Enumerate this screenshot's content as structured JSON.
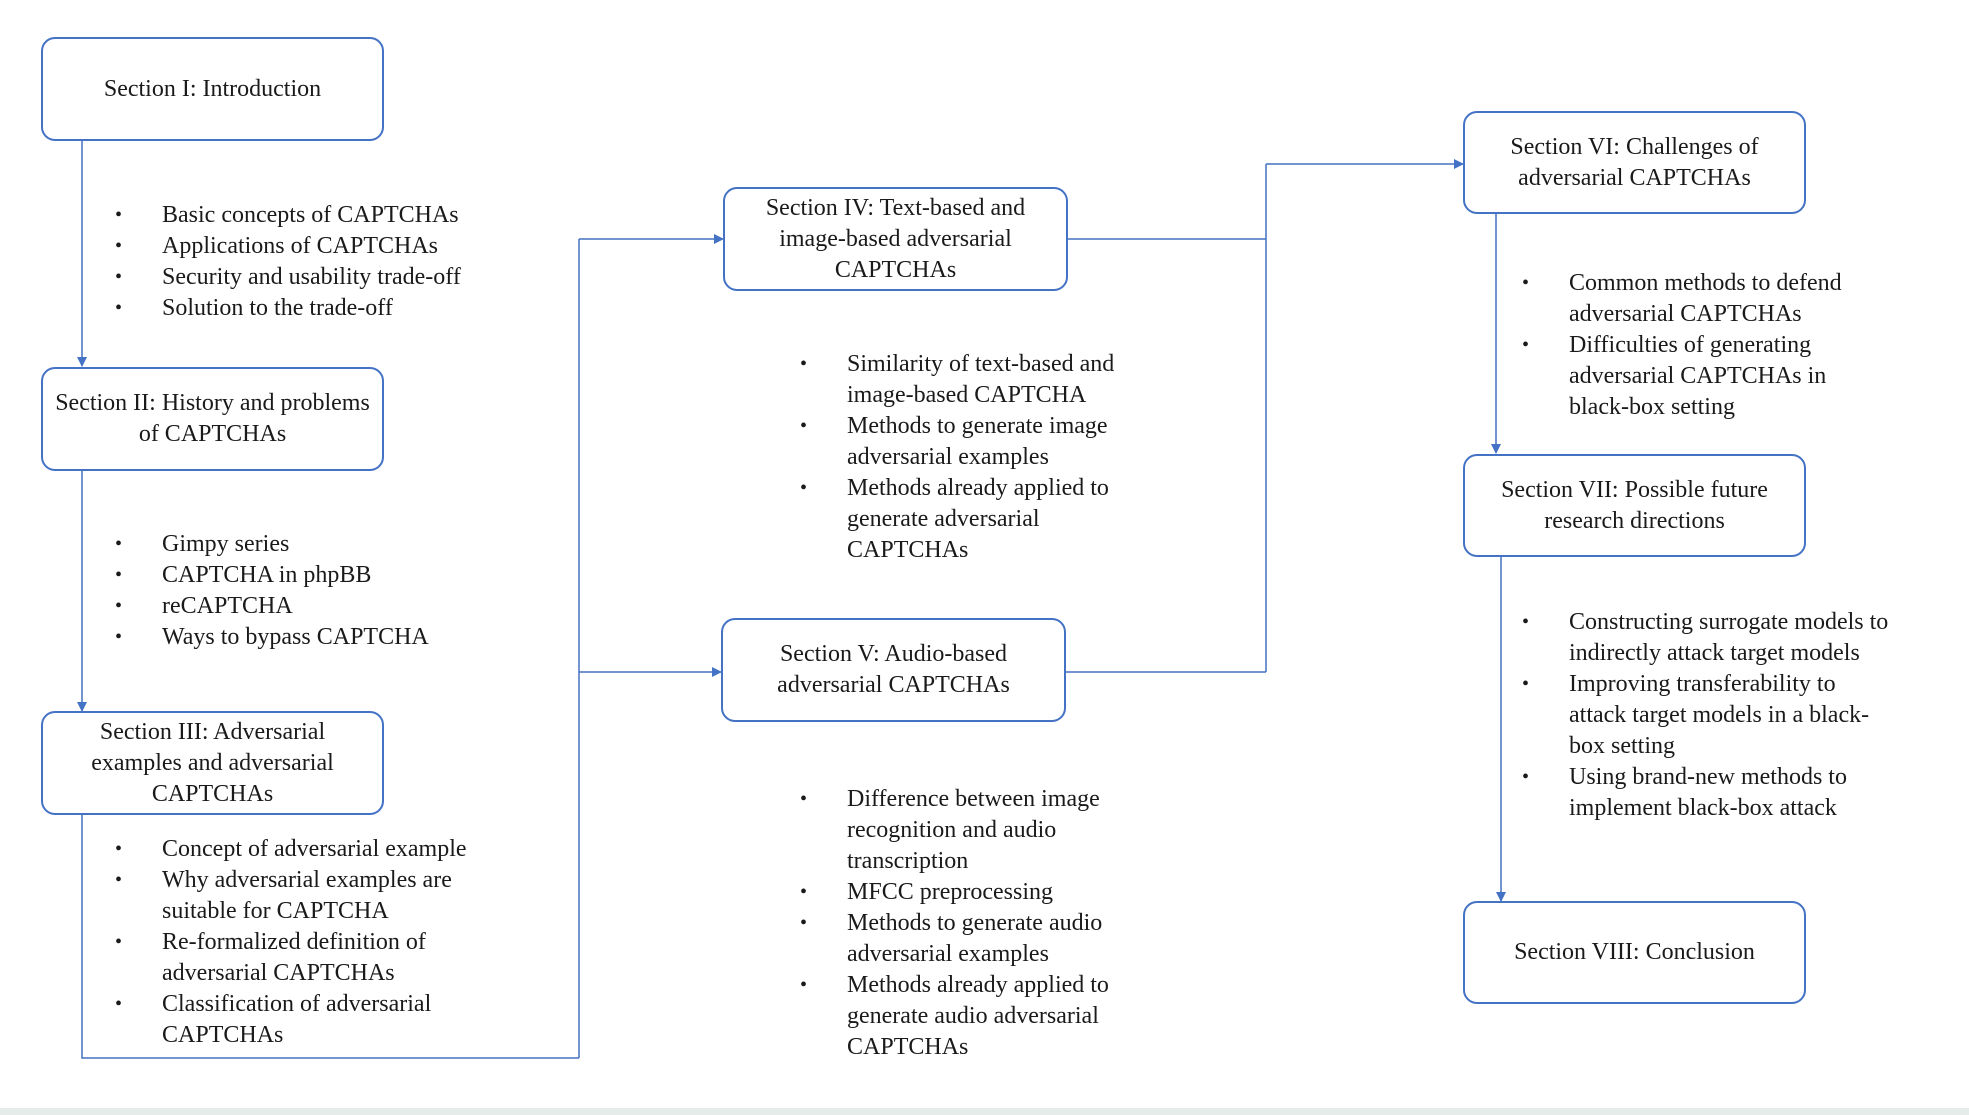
{
  "sections": [
    {
      "title": "Section I: Introduction",
      "bullets": [
        "Basic concepts of CAPTCHAs",
        "Applications of CAPTCHAs",
        "Security and usability trade-off",
        "Solution to the trade-off"
      ]
    },
    {
      "title": "Section II: History and problems of CAPTCHAs",
      "bullets": [
        "Gimpy series",
        "CAPTCHA in phpBB",
        "reCAPTCHA",
        "Ways to bypass CAPTCHA"
      ]
    },
    {
      "title": "Section III: Adversarial examples and adversarial CAPTCHAs",
      "bullets": [
        "Concept of adversarial example",
        "Why adversarial examples are suitable for CAPTCHA",
        "Re-formalized definition of adversarial CAPTCHAs",
        "Classification of adversarial CAPTCHAs"
      ]
    },
    {
      "title": "Section IV: Text-based and image-based adversarial CAPTCHAs",
      "bullets": [
        "Similarity of text-based and image-based CAPTCHA",
        "Methods to generate image adversarial examples",
        "Methods already applied to generate adversarial CAPTCHAs"
      ]
    },
    {
      "title": "Section V: Audio-based adversarial CAPTCHAs",
      "bullets": [
        "Difference between image recognition and audio transcription",
        "MFCC preprocessing",
        "Methods to generate audio adversarial examples",
        "Methods already applied to generate audio adversarial CAPTCHAs"
      ]
    },
    {
      "title": "Section VI: Challenges of adversarial CAPTCHAs",
      "bullets": [
        "Common methods to defend adversarial CAPTCHAs",
        "Difficulties of generating adversarial CAPTCHAs in black-box setting"
      ]
    },
    {
      "title": "Section VII: Possible future research directions",
      "bullets": [
        "Constructing surrogate models to indirectly attack target models",
        "Improving transferability to attack target models in a black-box setting",
        "Using brand-new methods to implement black-box attack"
      ]
    },
    {
      "title": "Section VIII: Conclusion",
      "bullets": []
    }
  ],
  "colors": {
    "box_border": "#4472c4",
    "connector": "#4472c4"
  }
}
